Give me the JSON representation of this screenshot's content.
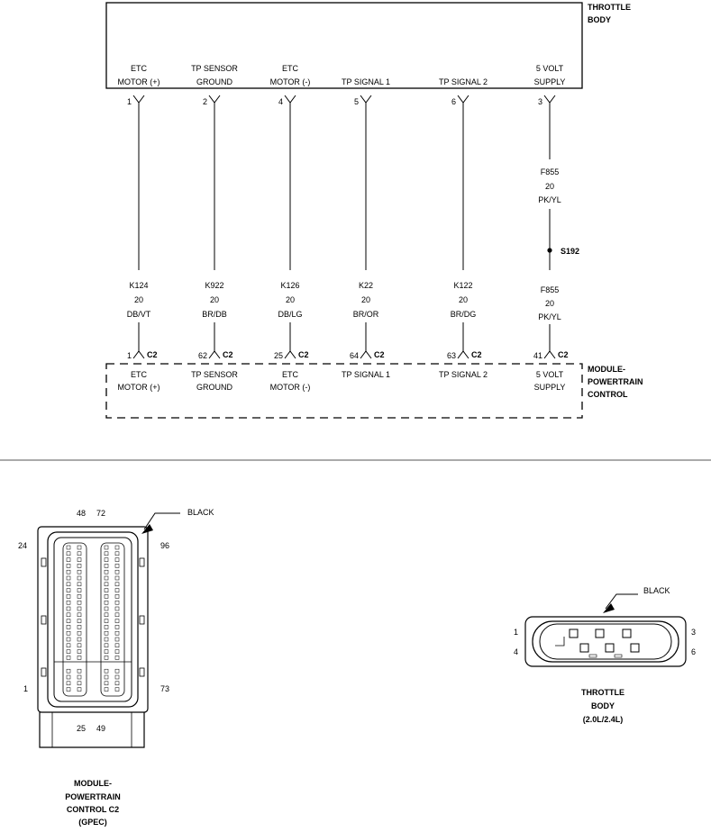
{
  "throttle_body": {
    "title_line1": "THROTTLE",
    "title_line2": "BODY"
  },
  "pcm": {
    "title_line1": "MODULE-",
    "title_line2": "POWERTRAIN",
    "title_line3": "CONTROL"
  },
  "circuits": [
    {
      "label1": "ETC",
      "label2": "MOTOR (+)",
      "tb_pin": "1",
      "wire": "K124",
      "gauge": "20",
      "color": "DB/VT",
      "pcm_pin": "1",
      "conn": "C2"
    },
    {
      "label1": "TP SENSOR",
      "label2": "GROUND",
      "tb_pin": "2",
      "wire": "K922",
      "gauge": "20",
      "color": "BR/DB",
      "pcm_pin": "62",
      "conn": "C2"
    },
    {
      "label1": "ETC",
      "label2": "MOTOR (-)",
      "tb_pin": "4",
      "wire": "K126",
      "gauge": "20",
      "color": "DB/LG",
      "pcm_pin": "25",
      "conn": "C2"
    },
    {
      "label1": "",
      "label2": "TP SIGNAL 1",
      "tb_pin": "5",
      "wire": "K22",
      "gauge": "20",
      "color": "BR/OR",
      "pcm_pin": "64",
      "conn": "C2"
    },
    {
      "label1": "",
      "label2": "TP SIGNAL 2",
      "tb_pin": "6",
      "wire": "K122",
      "gauge": "20",
      "color": "BR/DG",
      "pcm_pin": "63",
      "conn": "C2"
    },
    {
      "label1": "5 VOLT",
      "label2": "SUPPLY",
      "tb_pin": "3",
      "wire": "F855",
      "gauge": "20",
      "color": "PK/YL",
      "pcm_pin": "41",
      "conn": "C2"
    }
  ],
  "splice": {
    "id": "S192",
    "upper_wire": "F855",
    "upper_gauge": "20",
    "upper_color": "PK/YL"
  },
  "pcm_connector_view": {
    "color_label": "BLACK",
    "pin_48": "48",
    "pin_72": "72",
    "pin_24": "24",
    "pin_96": "96",
    "pin_1": "1",
    "pin_73": "73",
    "pin_25": "25",
    "pin_49": "49",
    "caption_line1": "MODULE-",
    "caption_line2": "POWERTRAIN",
    "caption_line3": "CONTROL C2",
    "caption_line4": "(GPEC)"
  },
  "tb_connector_view": {
    "color_label": "BLACK",
    "pin_1": "1",
    "pin_3": "3",
    "pin_4": "4",
    "pin_6": "6",
    "caption_line1": "THROTTLE",
    "caption_line2": "BODY",
    "caption_line3": "(2.0L/2.4L)"
  }
}
